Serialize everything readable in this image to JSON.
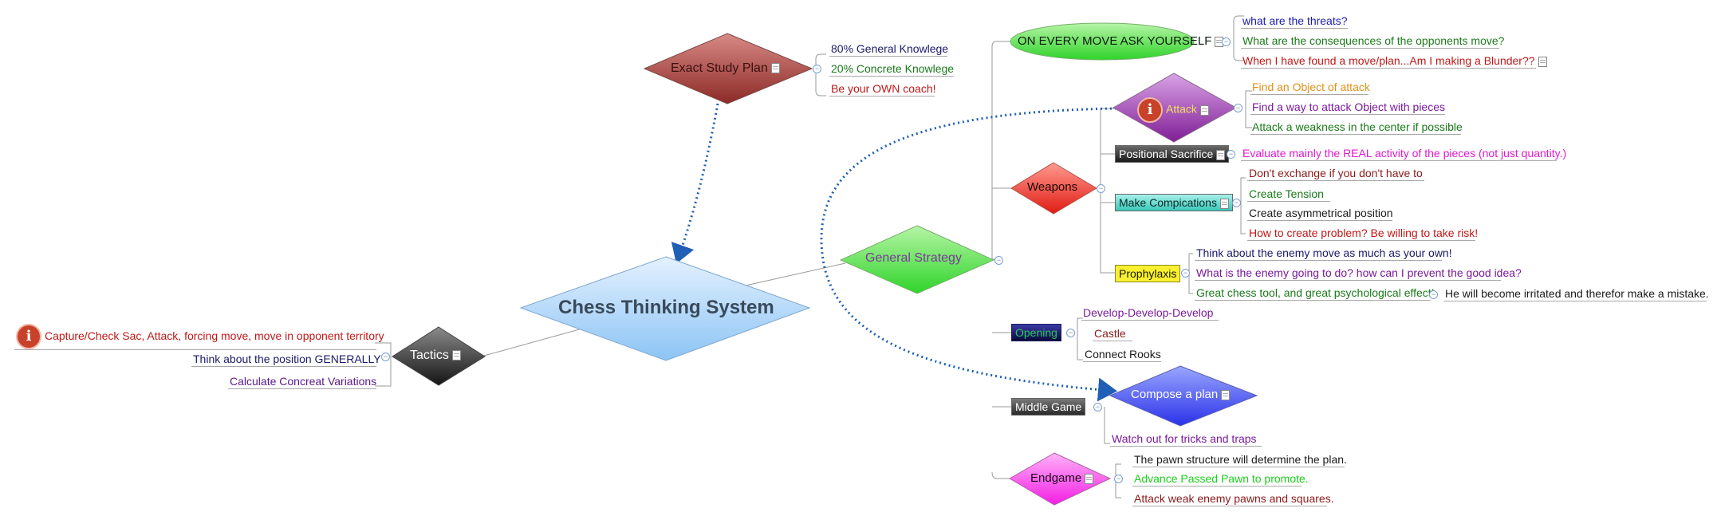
{
  "central": {
    "label": "Chess Thinking System"
  },
  "study_plan": {
    "label": "Exact Study Plan",
    "items": [
      "80% General Knowlege",
      "20% Concrete Knowlege",
      "Be your OWN coach!"
    ]
  },
  "tactics": {
    "label": "Tactics",
    "items": [
      "Capture/Check Sac, Attack, forcing move, move in opponent territory",
      "Think about the position GENERALLY",
      "Calculate Concreat Variations"
    ]
  },
  "general_strategy": {
    "label": "General Strategy"
  },
  "every_move": {
    "label": "ON EVERY MOVE ASK YOURSELF",
    "items": [
      "what are the threats?",
      "What are the consequences of the opponents move?",
      "When I have found a move/plan...Am I making a Blunder??"
    ]
  },
  "weapons": {
    "label": "Weapons"
  },
  "attack": {
    "label": "Attack",
    "items": [
      "Find an Object of attack",
      "Find a way to attack Object with pieces",
      "Attack a weakness in the center if possible"
    ]
  },
  "positional_sacrifice": {
    "label": "Positional Sacrifice",
    "items": [
      "Evaluate mainly the REAL activity of the pieces (not just quantity.)"
    ]
  },
  "complications": {
    "label": "Make Compications",
    "items": [
      "Don't exchange if you don't have to",
      "Create Tension",
      "Create asymmetrical position",
      "How to create problem? Be willing to take risk!"
    ]
  },
  "prophylaxis": {
    "label": "Prophylaxis",
    "items": [
      "Think about the enemy move as much as your own!",
      "What is the enemy going to do? how can I prevent the good idea?",
      "Great chess tool, and great psychological effect!"
    ],
    "subitem": "He will become irritated and therefor make a mistake."
  },
  "opening": {
    "label": "Opening",
    "items": [
      "Develop-Develop-Develop",
      "Castle",
      "Connect Rooks"
    ]
  },
  "middle_game": {
    "label": "Middle Game",
    "plan": "Compose a plan",
    "items": [
      "Watch out for tricks and traps"
    ]
  },
  "endgame": {
    "label": "Endgame",
    "items": [
      "The pawn structure will determine the plan.",
      "Advance Passed Pawn to promote.",
      "Attack weak enemy pawns and squares."
    ]
  },
  "icons": {
    "info": "i",
    "note": "note-icon",
    "collapse": "−"
  }
}
